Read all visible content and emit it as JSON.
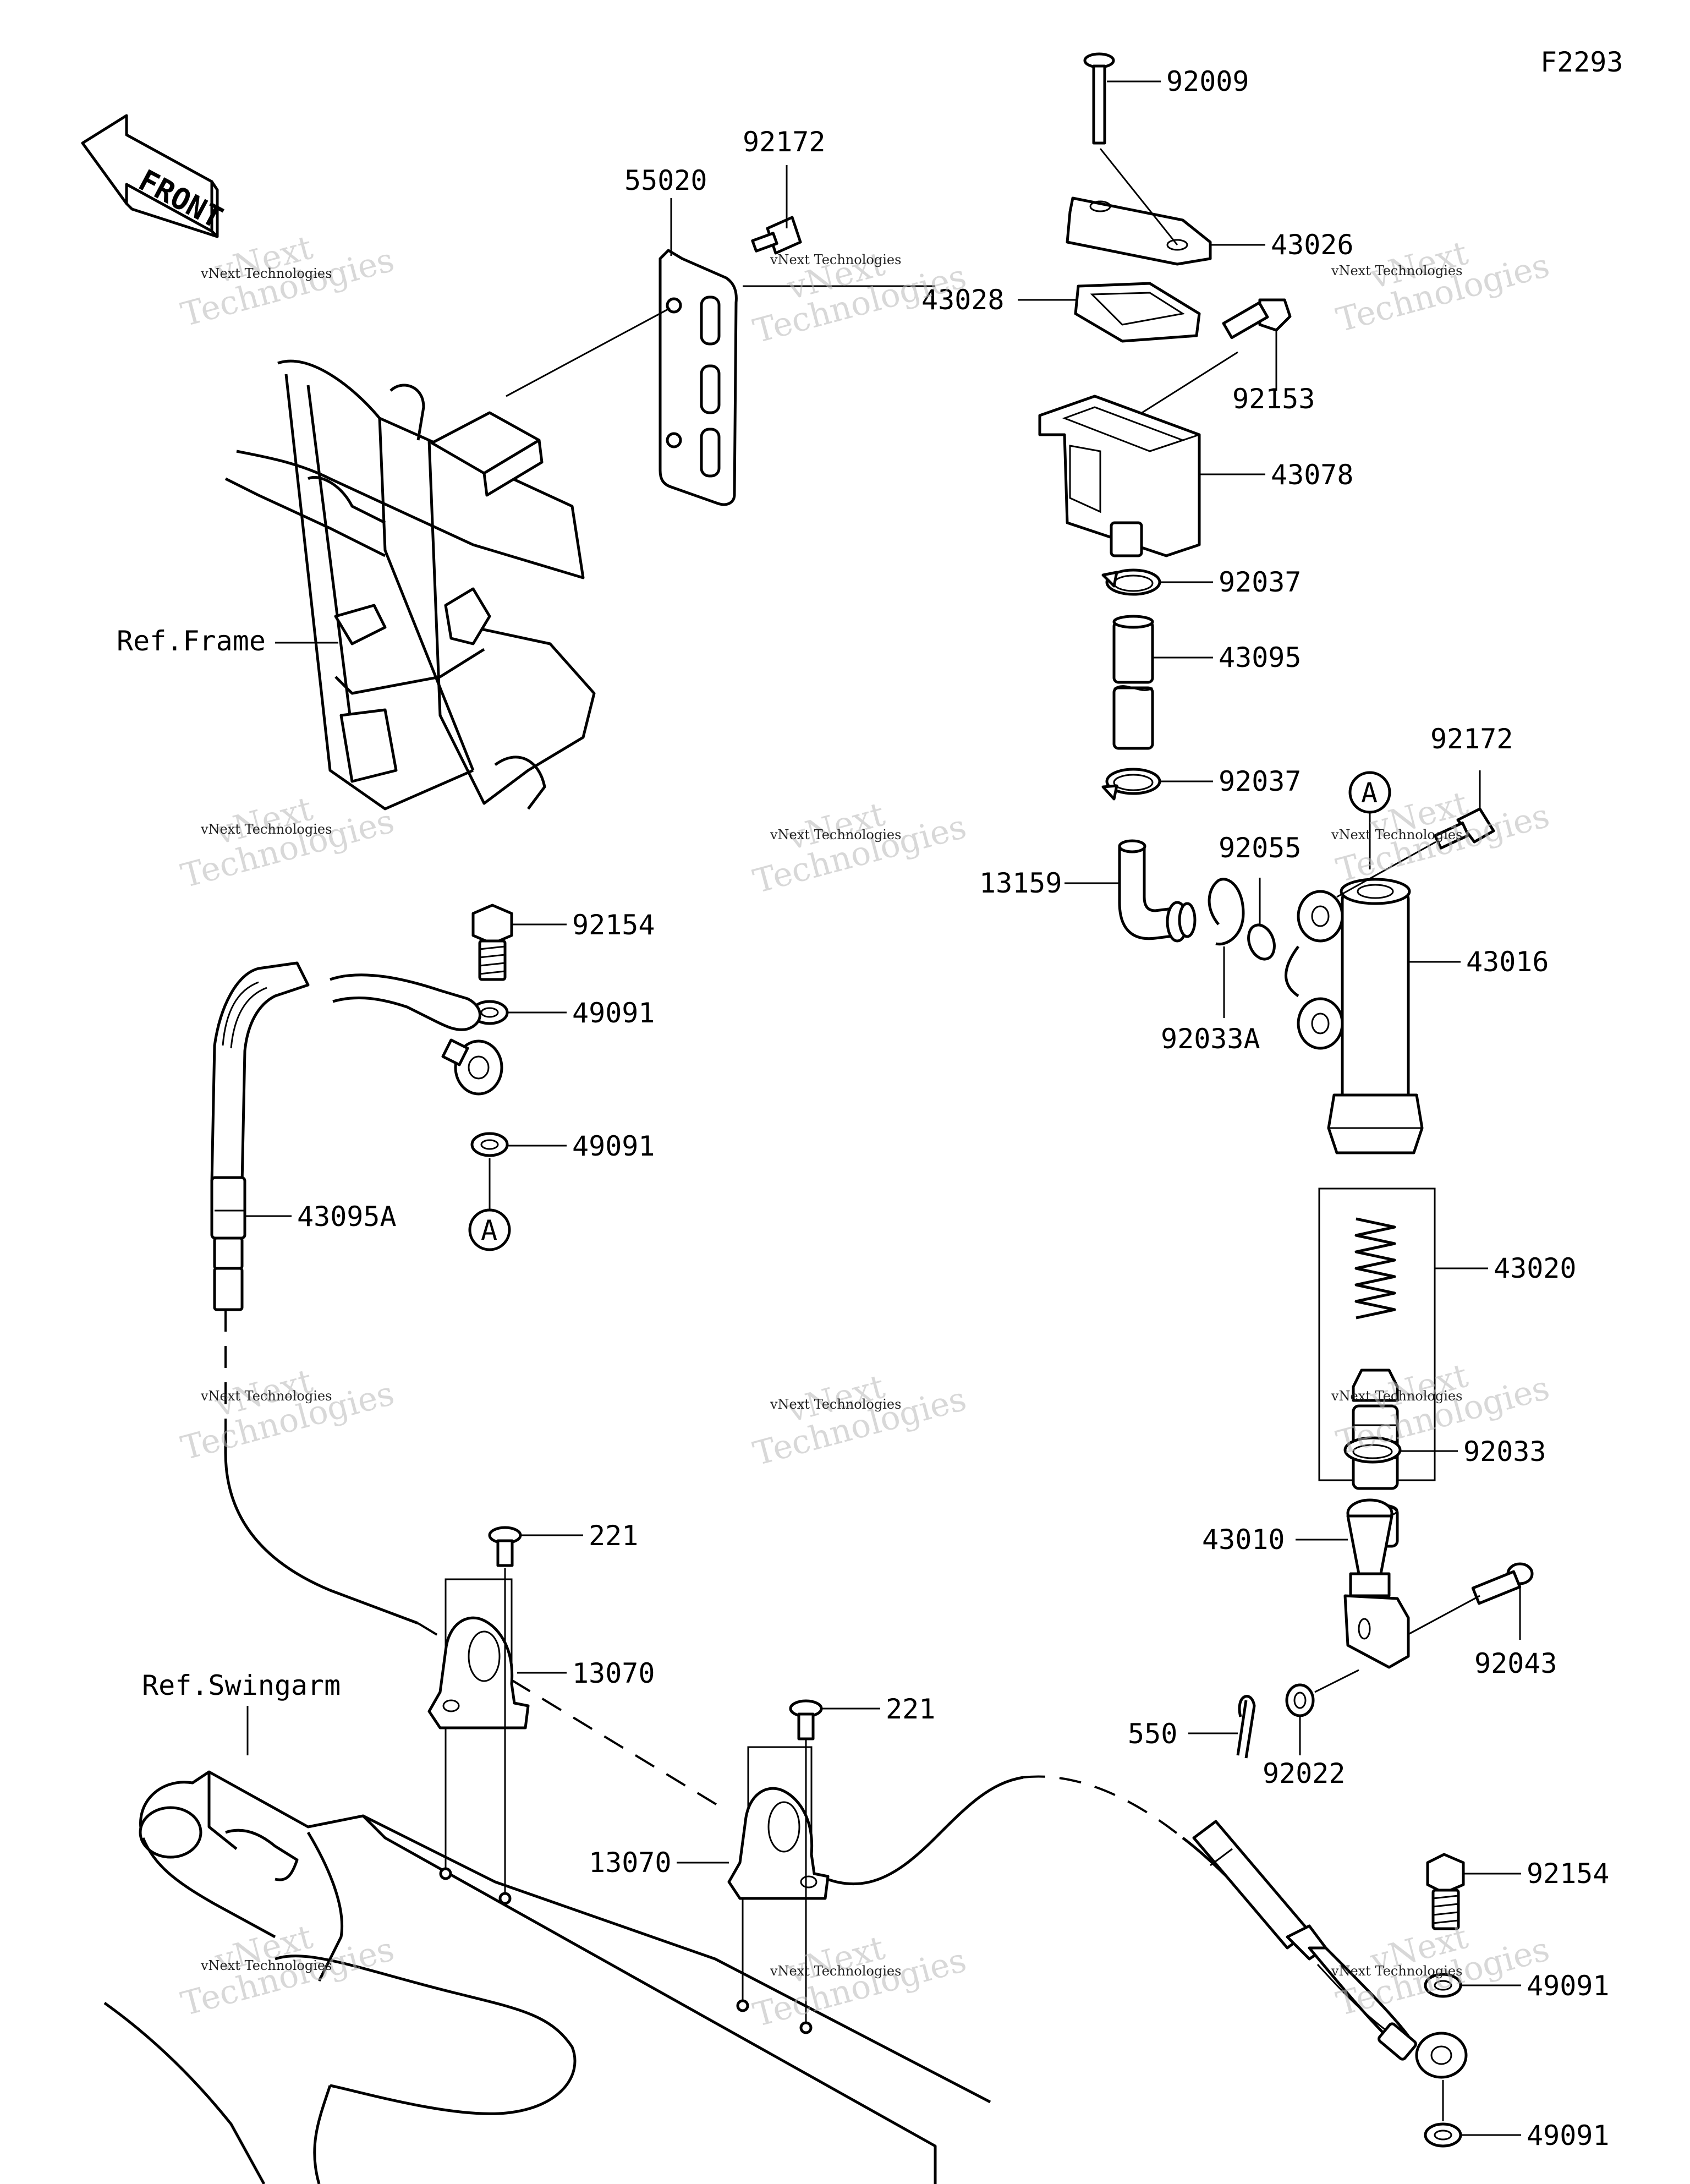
{
  "diagram_code": "F2293",
  "front_label": "FRONT",
  "ref_labels": {
    "frame": "Ref.Frame",
    "swingarm": "Ref.Swingarm"
  },
  "callout_a": "A",
  "watermark": {
    "line1": "vNext",
    "line2": "Technologies",
    "small": "vNext Technologies"
  },
  "parts": {
    "p92009": "92009",
    "p43026": "43026",
    "p43028": "43028",
    "p92153": "92153",
    "p43078": "43078",
    "p92037_top": "92037",
    "p43095": "43095",
    "p92037_bottom": "92037",
    "p92172_top": "92172",
    "p55020": "55020",
    "p92172_right": "92172",
    "p92055": "92055",
    "p13159": "13159",
    "p43016": "43016",
    "p92033A": "92033A",
    "p92154_top": "92154",
    "p49091_a": "49091",
    "p49091_b": "49091",
    "p43095A": "43095A",
    "p43020": "43020",
    "p92033": "92033",
    "p43010": "43010",
    "p92043": "92043",
    "p550": "550",
    "p92022": "92022",
    "p221_a": "221",
    "p13070_a": "13070",
    "p221_b": "221",
    "p13070_b": "13070",
    "p92154_bottom": "92154",
    "p49091_c": "49091",
    "p49091_d": "49091"
  }
}
